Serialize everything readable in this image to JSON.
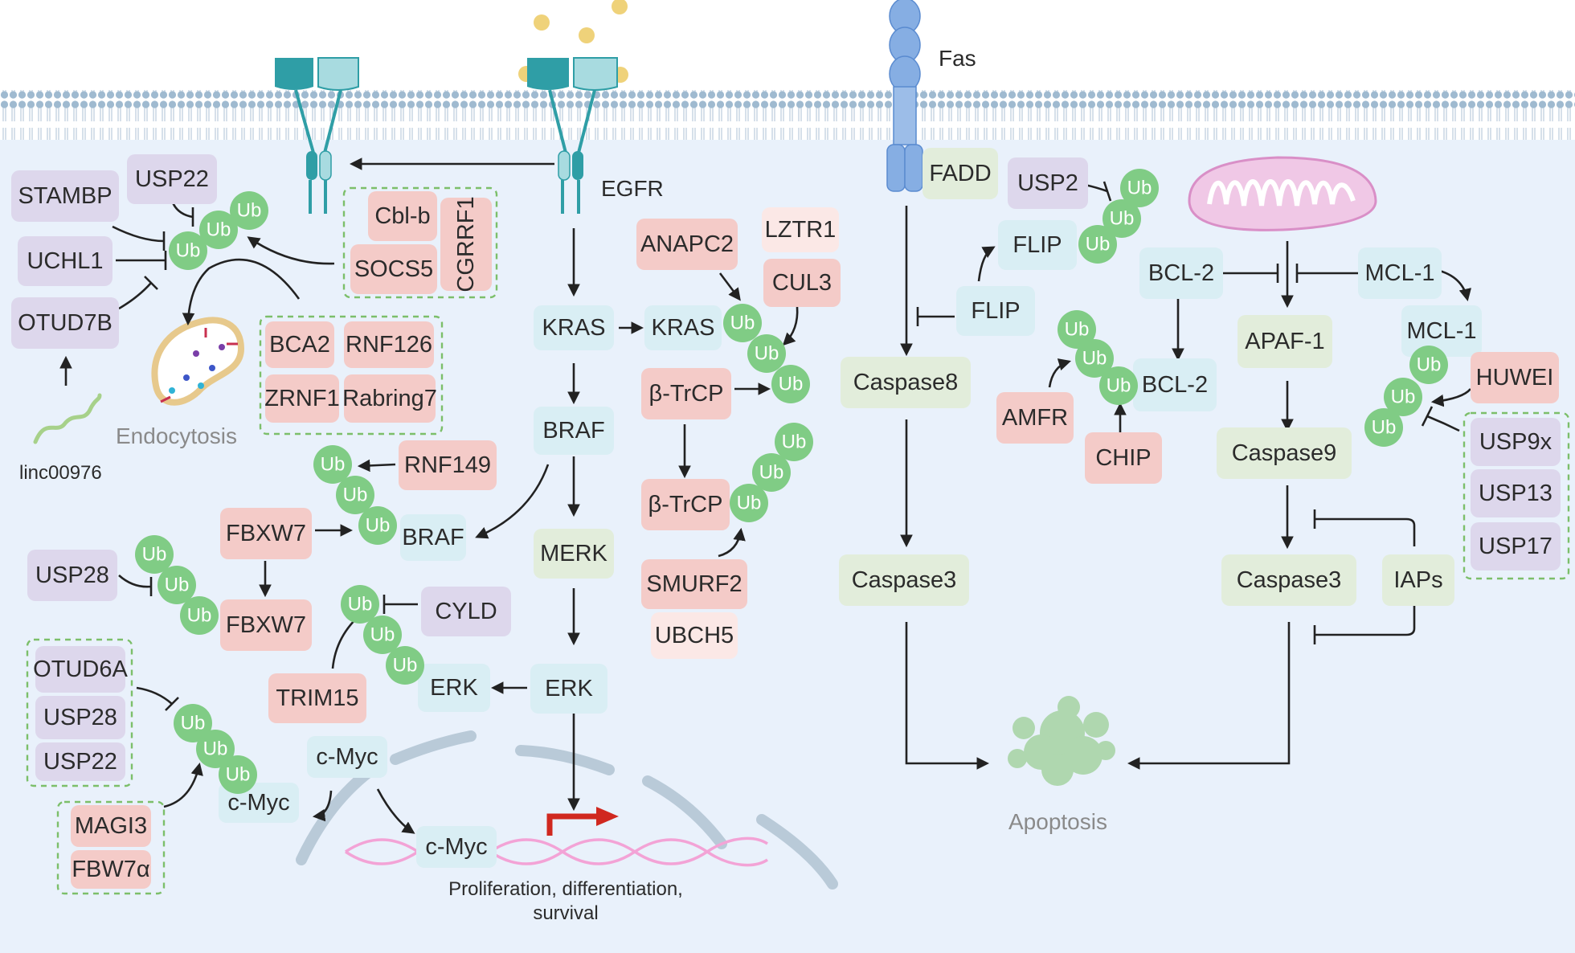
{
  "colors": {
    "red": "#f4cbc8",
    "purple": "#ddd7ec",
    "blue": "#d9eef4",
    "green": "#e2eddb",
    "lightred": "#fbe8e6",
    "ub": "#80cc85",
    "cytoplasm": "#e9f1fb",
    "membrane": "#a9c3d7",
    "receptor": "#2f9ea6",
    "fas": "#86aee3",
    "mito": "#f0c8e6",
    "dna": "#f3a3d6",
    "nucleus_env": "#b9cad8",
    "gene_arrow": "#d0281f"
  },
  "icons": {
    "membrane": "lipid-bilayer-icon",
    "egfr_receptor": "receptor-icon",
    "fas_receptor": "fas-receptor-icon",
    "ligand": "ligand-dot-icon",
    "endocytosis": "endosome-icon",
    "mitochondrion": "mitochondrion-icon",
    "apoptosis": "apoptotic-cell-icon",
    "dna": "dna-helix-icon",
    "linc": "rna-strand-icon",
    "transcription": "transcription-arrow-icon"
  },
  "ub_label": "Ub",
  "labels": {
    "fas": "Fas",
    "egfr": "EGFR",
    "endocytosis": "Endocytosis",
    "linc": "linc00976",
    "apoptosis": "Apoptosis",
    "prolif_line1": "Proliferation, differentiation,",
    "prolif_line2": "survival"
  },
  "nodes": {
    "stambp": "STAMBP",
    "usp22_top": "USP22",
    "uchl1": "UCHL1",
    "otud7b": "OTUD7B",
    "cblb": "Cbl-b",
    "socs5": "SOCS5",
    "cgrrf1": "CGRRF1",
    "bca2": "BCA2",
    "rnf126": "RNF126",
    "zrnf1": "ZRNF1",
    "rabring7": "Rabring7",
    "rnf149": "RNF149",
    "fbxw7_a": "FBXW7",
    "braf_ub": "BRAF",
    "usp28_mid": "USP28",
    "fbxw7_b": "FBXW7",
    "cyld": "CYLD",
    "trim15": "TRIM15",
    "erk_ub": "ERK",
    "otud6a": "OTUD6A",
    "usp28_low": "USP28",
    "usp22_low": "USP22",
    "magi3": "MAGI3",
    "fbw7a": "FBW7α",
    "cmyc_ub": "c-Myc",
    "cmyc_mid": "c-Myc",
    "cmyc_nuc": "c-Myc",
    "kras": "KRAS",
    "kras_ub": "KRAS",
    "braf": "BRAF",
    "merk": "MERK",
    "erk": "ERK",
    "anapc2": "ANAPC2",
    "lztr1": "LZTR1",
    "cul3": "CUL3",
    "btrcp_a": "β-TrCP",
    "btrcp_b": "β-TrCP",
    "smurf2": "SMURF2",
    "ubch5": "UBCH5",
    "fadd": "FADD",
    "usp2": "USP2",
    "flip_ub": "FLIP",
    "flip": "FLIP",
    "caspase8": "Caspase8",
    "caspase3_left": "Caspase3",
    "amfr": "AMFR",
    "chip": "CHIP",
    "bcl2_ub": "BCL-2",
    "bcl2": "BCL-2",
    "mcl1": "MCL-1",
    "mcl1_ub": "MCL-1",
    "apaf1": "APAF-1",
    "huwei": "HUWEI",
    "caspase9": "Caspase9",
    "usp9x": "USP9x",
    "usp13": "USP13",
    "usp17": "USP17",
    "caspase3_right": "Caspase3",
    "iaps": "IAPs"
  }
}
